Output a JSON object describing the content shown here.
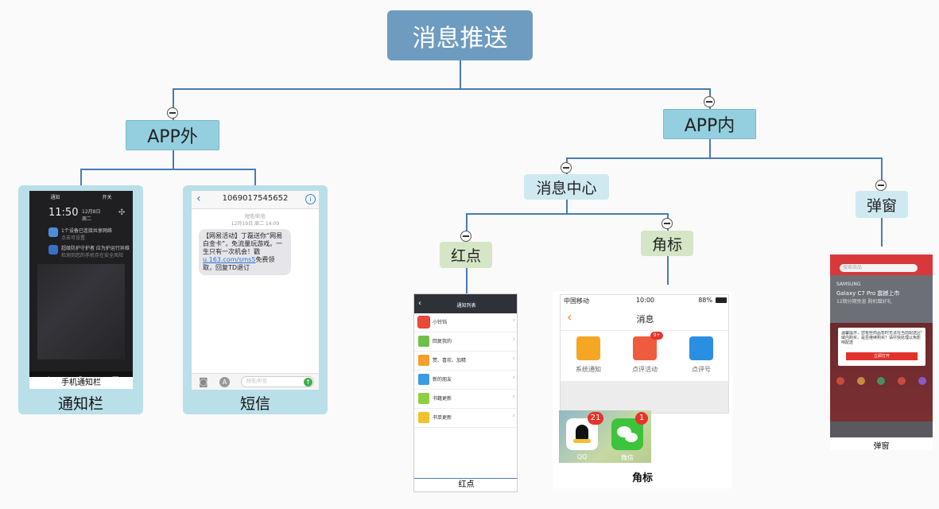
{
  "root": "消息推送",
  "app_out": {
    "label": "APP外",
    "notification": {
      "caption": "通知栏",
      "screen_label": "手机通知栏",
      "top_left": "通知",
      "top_right": "开关",
      "time": "11:50",
      "date": "12月8日",
      "weekday": "周二",
      "item1": "1个设备已连接共享网络",
      "item1_sub": "点击可设置",
      "item2": "超级防护守护者 应为护运行异维",
      "item2_sub": "检测到您的手机存在安全风险"
    },
    "sms": {
      "caption": "短信",
      "number": "1069017545652",
      "meta1": "短信/彩信",
      "meta2": "12月19日 周二 14:09",
      "message_pre": "【网易活动】丁磊送你“网易白金卡”，免流量玩游戏。一生只有一次机会！戳",
      "message_link": "u.163.com/sms5",
      "message_post": "免费领取，回复TD退订",
      "input_placeholder": "短信/彩信"
    }
  },
  "app_in": {
    "label": "APP内",
    "message_center": {
      "label": "消息中心",
      "red_dot": {
        "label": "红点",
        "caption": "红点",
        "screen_title": "通知列表",
        "items": [
          "小铃铛",
          "回复我的",
          "赞、喜欢、加精",
          "新的朋友",
          "书籍更新",
          "书单更新"
        ]
      },
      "badge": {
        "label": "角标",
        "caption": "角标",
        "carrier": "中国移动",
        "time": "10:00",
        "battery": "88%",
        "title": "消息",
        "icons": [
          "系统通知",
          "点评活动",
          "点评号"
        ],
        "badge_count": "9+",
        "apps": [
          {
            "name": "QQ",
            "count": "21"
          },
          {
            "name": "微信",
            "count": "1"
          }
        ]
      }
    },
    "popup": {
      "label": "弹窗",
      "caption": "弹窗",
      "search_placeholder": "搜索商品",
      "banner_brand": "SAMSUNG",
      "banner_title": "Galaxy C7 Pro 震撼上市",
      "banner_sub": "12期分期免息 购机赠好礼",
      "dialog_text": "温馨提示，您有些商品暂时无法在当前配送区域内购买，是否继续购买？请尽快处理以免影响配送",
      "dialog_button": "立即打开"
    }
  },
  "colors": {
    "line": "#4a7ab3",
    "root": "#6e9cc0",
    "level1": "#93cfdf",
    "level2": "#cfe9f1",
    "green": "#d5e6c6",
    "card": "#b9dfe9"
  }
}
